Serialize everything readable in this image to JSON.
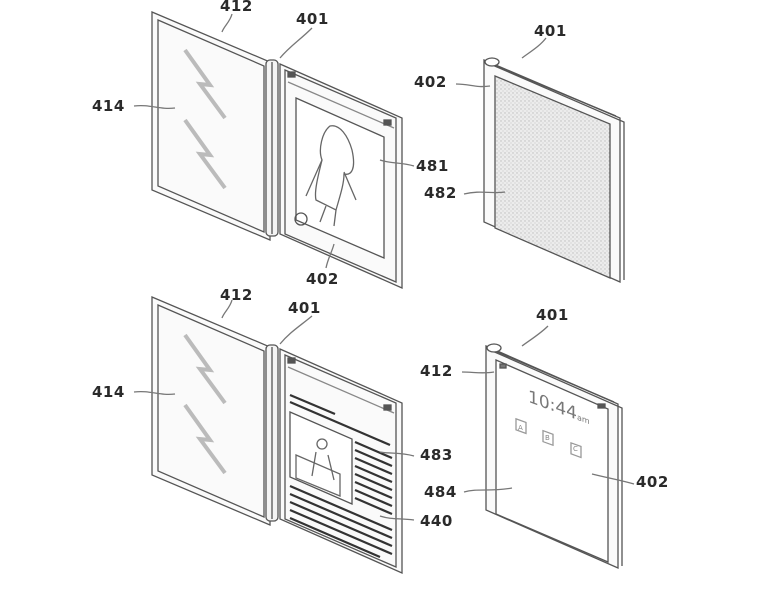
{
  "figure": {
    "description": "Patent drawing of a foldable dual-panel display device in four states",
    "panels": [
      {
        "id": "top-left",
        "state": "unfolded-image",
        "labels": {
          "cover": "412",
          "hinge": "401",
          "outer_panel": "414",
          "content": "481",
          "screen": "402"
        }
      },
      {
        "id": "top-right",
        "state": "folded-textured",
        "labels": {
          "hinge": "401",
          "screen": "402",
          "texture": "482"
        }
      },
      {
        "id": "bottom-left",
        "state": "unfolded-article",
        "labels": {
          "cover": "412",
          "hinge": "401",
          "outer_panel": "414",
          "text_block": "483",
          "text_area": "440"
        }
      },
      {
        "id": "bottom-right",
        "state": "folded-lockscreen",
        "labels": {
          "hinge": "401",
          "cover": "412",
          "lock_area": "484",
          "screen": "402"
        },
        "lockscreen": {
          "time": "10:44",
          "suffix": "am",
          "buttons": [
            "A",
            "B",
            "C"
          ]
        }
      }
    ]
  },
  "labels": {
    "tl_412": "412",
    "tl_401": "401",
    "tl_414": "414",
    "tl_481": "481",
    "tl_402": "402",
    "tr_401": "401",
    "tr_402": "402",
    "tr_482": "482",
    "bl_412": "412",
    "bl_401": "401",
    "bl_414": "414",
    "bl_483": "483",
    "bl_484": "484",
    "bl_440": "440",
    "br_401": "401",
    "br_412": "412",
    "br_402": "402"
  },
  "lockscreen": {
    "time": "10:44",
    "suffix": "am",
    "btn_a": "A",
    "btn_b": "B",
    "btn_c": "C"
  }
}
